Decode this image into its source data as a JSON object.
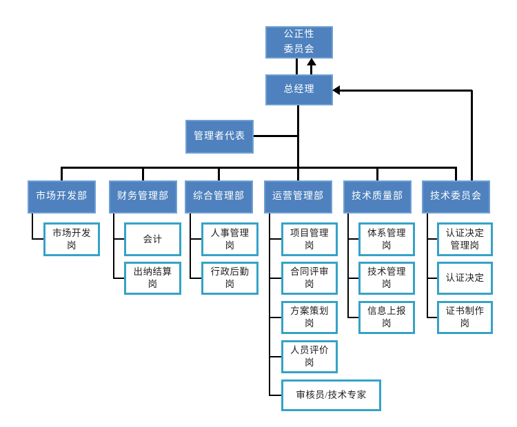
{
  "colors": {
    "dept_fill": "#4e81bd",
    "dept_border": "#6fa0d4",
    "dept_text": "#ffffff",
    "sub_fill": "#ffffff",
    "sub_border": "#35a2c6",
    "sub_text": "#1f1f1f",
    "line_color": "#000000"
  },
  "org": {
    "top": {
      "impartiality": "公正性\n委员会",
      "gm": "总经理",
      "rep": "管理者代表"
    },
    "departments": [
      {
        "label": "市场开发部",
        "children": [
          {
            "label": "市场开发\n岗"
          }
        ]
      },
      {
        "label": "财务管理部",
        "children": [
          {
            "label": "会计"
          },
          {
            "label": "出纳结算\n岗"
          }
        ]
      },
      {
        "label": "综合管理部",
        "children": [
          {
            "label": "人事管理\n岗"
          },
          {
            "label": "行政后勤\n岗"
          }
        ]
      },
      {
        "label": "运营管理部",
        "children": [
          {
            "label": "项目管理\n岗"
          },
          {
            "label": "合同评审\n岗"
          },
          {
            "label": "方案策划\n岗"
          },
          {
            "label": "人员评价\n岗"
          },
          {
            "label": "审核员/技术专家"
          }
        ]
      },
      {
        "label": "技术质量部",
        "children": [
          {
            "label": "体系管理\n岗"
          },
          {
            "label": "技术管理\n岗"
          },
          {
            "label": "信息上报\n岗"
          }
        ]
      },
      {
        "label": "技术委员会",
        "children": [
          {
            "label": "认证决定\n管理岗"
          },
          {
            "label": "认证决定"
          },
          {
            "label": "证书制作\n岗"
          }
        ]
      }
    ]
  }
}
